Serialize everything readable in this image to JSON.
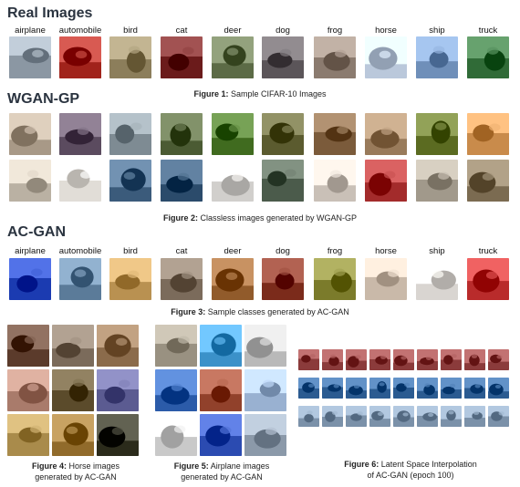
{
  "sections": {
    "real": "Real Images",
    "wgan": "WGAN-GP",
    "acgan": "AC-GAN"
  },
  "classes": [
    "airplane",
    "automobile",
    "bird",
    "cat",
    "deer",
    "dog",
    "frog",
    "horse",
    "ship",
    "truck"
  ],
  "captions": {
    "fig1": {
      "label": "Figure 1:",
      "text": " Sample CIFAR-10 Images"
    },
    "fig2": {
      "label": "Figure 2:",
      "text": " Classless images generated by WGAN-GP"
    },
    "fig3": {
      "label": "Figure 3:",
      "text": " Sample classes generated by AC-GAN"
    },
    "fig4": {
      "label": "Figure 4:",
      "text": " Horse images",
      "line2": "generated by AC-GAN"
    },
    "fig5": {
      "label": "Figure 5:",
      "text": " Airplane images",
      "line2": "generated by AC-GAN"
    },
    "fig6": {
      "label": "Figure 6:",
      "text": " Latent Space Interpolation",
      "line2": "of AC-GAN (epoch 100)"
    }
  },
  "colors": {
    "heading": "#2b3440",
    "real_row": [
      "#9aa6b2",
      "#b0322a",
      "#9b8d6a",
      "#7a2a2a",
      "#6b7a55",
      "#6a6468",
      "#9a8a7e",
      "#c9d7ea",
      "#7e9ec8",
      "#3f7a46"
    ],
    "wgan_row1": [
      "#b7a896",
      "#6a5a6e",
      "#8d9aa2",
      "#5a6a42",
      "#4f7a2e",
      "#6a6a3e",
      "#8a6a4a",
      "#a88a6a",
      "#6a7a30",
      "#d89a5a"
    ],
    "wgan_row2": [
      "#c9c0b2",
      "#f0ece6",
      "#4a6a8a",
      "#3a5a7a",
      "#e0dedb",
      "#5a6a5a",
      "#d8cfc6",
      "#b23a3a",
      "#b0a89a",
      "#8a7a60"
    ],
    "acgan_row": [
      "#2a4ac0",
      "#6a8aa8",
      "#c8a060",
      "#8a7a6a",
      "#a06a3a",
      "#8a3a2a",
      "#8a8a3a",
      "#d8c8b8",
      "#e8e4e0",
      "#c83a3a"
    ],
    "horse_grid": [
      "#6a4a3a",
      "#8a7a6a",
      "#9a7a5a",
      "#b88a7a",
      "#6a5a3a",
      "#6a6aa0",
      "#b89a5a",
      "#a07a3a",
      "#3a3a2a"
    ],
    "plane_grid": [
      "#a8a090",
      "#4aa0d8",
      "#c8c8c8",
      "#3a6ab8",
      "#a0503a",
      "#a8c0e0",
      "#d8d8d8",
      "#3a5ac0",
      "#9aa8b8"
    ],
    "interp_rows": [
      "#9a4a4a",
      "#3a6aa0",
      "#8aa0b8"
    ]
  }
}
